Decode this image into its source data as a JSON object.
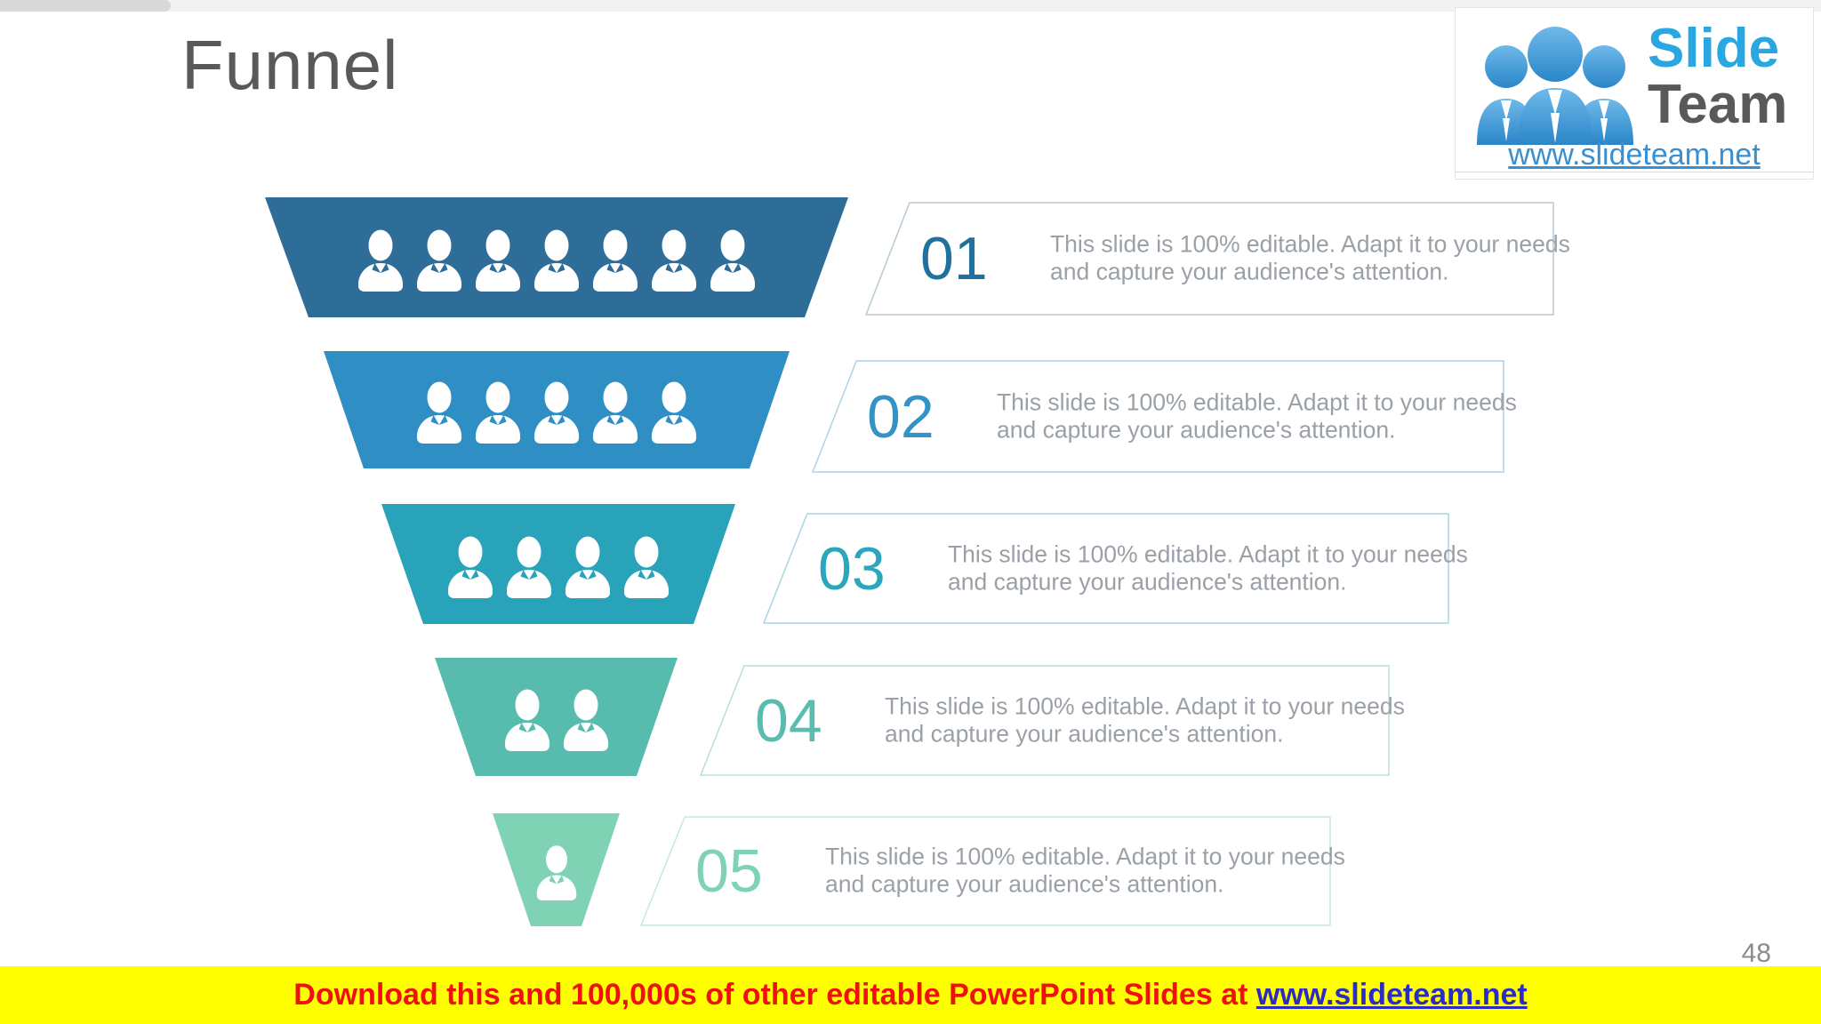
{
  "slide": {
    "title": "Funnel",
    "page_number": "48"
  },
  "logo": {
    "brand_line1": "Slide",
    "brand_line2": "Team",
    "url": "www.slideteam.net",
    "slide_color": "#2aa7e0",
    "team_color": "#58595b",
    "url_color": "#3a8fd0"
  },
  "icons": {
    "person": "person-bust-icon",
    "logo_people": "three-people-icon"
  },
  "funnel": {
    "type": "funnel-diagram",
    "levels": [
      {
        "number": "01",
        "people_count": 7,
        "color": "#2d6d97",
        "number_color": "#20719f",
        "border_color": "#b7c9d6",
        "description": "This slide is 100% editable. Adapt it to your needs and capture your audience's attention."
      },
      {
        "number": "02",
        "people_count": 5,
        "color": "#2f8ec3",
        "number_color": "#3393c6",
        "border_color": "#aed3e8",
        "description": "This slide is 100% editable. Adapt it to your needs and capture your audience's attention."
      },
      {
        "number": "03",
        "people_count": 4,
        "color": "#29a3ba",
        "number_color": "#2ba6bc",
        "border_color": "#a8d6de",
        "description": "This slide is 100% editable. Adapt it to your needs and capture your audience's attention."
      },
      {
        "number": "04",
        "people_count": 2,
        "color": "#57bbae",
        "number_color": "#5abcaf",
        "border_color": "#b7e0db",
        "description": "This slide is 100% editable. Adapt it to your needs and capture your audience's attention."
      },
      {
        "number": "05",
        "people_count": 1,
        "color": "#7fd2b3",
        "number_color": "#7fd2b3",
        "border_color": "#c6ead9",
        "description": "This slide is 100% editable. Adapt it to your needs and capture your audience's attention."
      }
    ]
  },
  "footer": {
    "message": "Download this and 100,000s of other editable PowerPoint Slides at ",
    "link": "www.slideteam.net",
    "bg_color": "#ffff00",
    "text_color": "#f01010",
    "link_color": "#2b2bc8"
  }
}
